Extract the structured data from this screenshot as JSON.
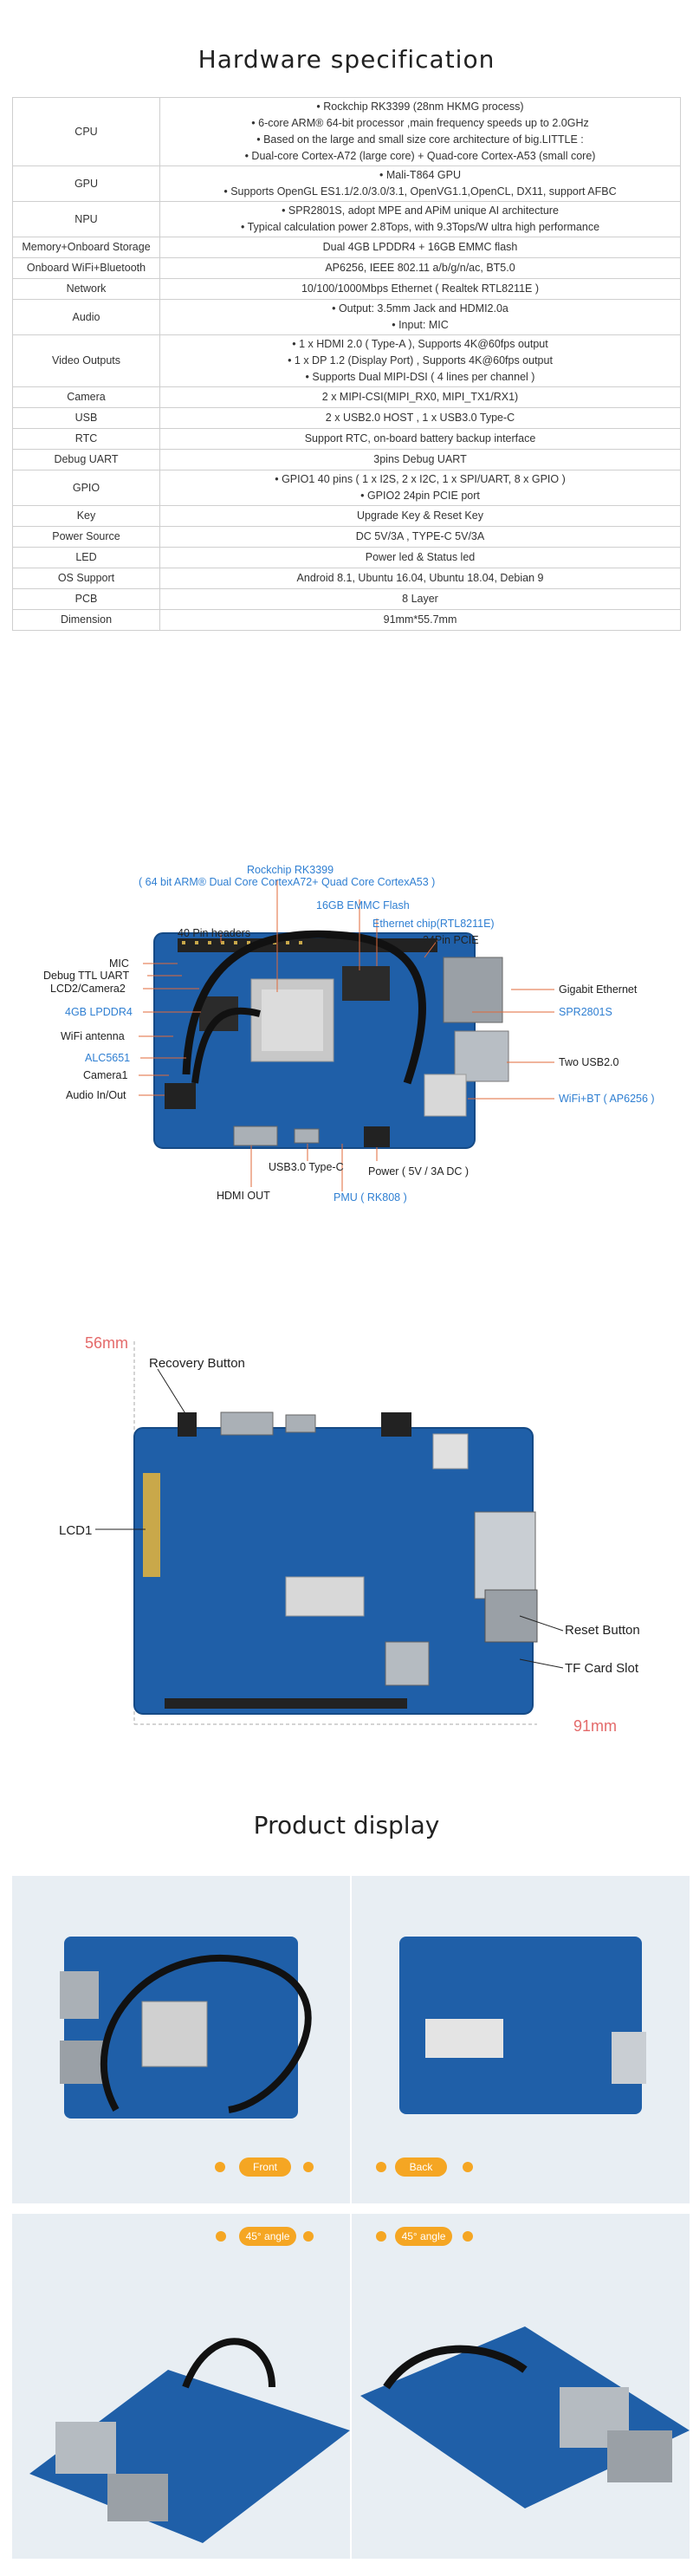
{
  "spec": {
    "title": "Hardware specification",
    "rows": [
      {
        "key": "CPU",
        "values": [
          "• Rockchip RK3399 (28nm HKMG process)",
          "• 6-core ARM® 64-bit processor ,main frequency speeds up to 2.0GHz",
          "• Based on the large and small size core architecture of big.LITTLE :",
          "• Dual-core Cortex-A72 (large core) + Quad-core Cortex-A53 (small core)"
        ]
      },
      {
        "key": "GPU",
        "values": [
          "• Mali-T864 GPU",
          "• Supports OpenGL ES1.1/2.0/3.0/3.1, OpenVG1.1,OpenCL, DX11, support AFBC"
        ]
      },
      {
        "key": "NPU",
        "values": [
          "• SPR2801S, adopt MPE and APiM unique AI architecture",
          "• Typical calculation power 2.8Tops, with 9.3Tops/W ultra high performance"
        ]
      },
      {
        "key": "Memory+Onboard Storage",
        "values": [
          "Dual 4GB LPDDR4 + 16GB EMMC flash"
        ]
      },
      {
        "key": "Onboard WiFi+Bluetooth",
        "values": [
          "AP6256, IEEE 802.11 a/b/g/n/ac, BT5.0"
        ]
      },
      {
        "key": "Network",
        "values": [
          "10/100/1000Mbps Ethernet ( Realtek RTL8211E )"
        ]
      },
      {
        "key": "Audio",
        "values": [
          "• Output: 3.5mm Jack and HDMI2.0a",
          "• Input: MIC"
        ]
      },
      {
        "key": "Video Outputs",
        "values": [
          "• 1 x HDMI 2.0 ( Type-A ), Supports 4K@60fps output",
          "• 1 x DP 1.2 (Display Port) , Supports 4K@60fps output",
          "• Supports Dual MIPI-DSI ( 4 lines per channel )"
        ]
      },
      {
        "key": "Camera",
        "values": [
          "2 x MIPI-CSI(MIPI_RX0, MIPI_TX1/RX1)"
        ]
      },
      {
        "key": "USB",
        "values": [
          "2 x USB2.0 HOST , 1 x USB3.0 Type-C"
        ]
      },
      {
        "key": "RTC",
        "values": [
          "Support RTC, on-board battery backup interface"
        ]
      },
      {
        "key": "Debug UART",
        "values": [
          "3pins Debug UART"
        ]
      },
      {
        "key": "GPIO",
        "values": [
          "• GPIO1 40 pins ( 1 x I2S, 2 x I2C, 1 x SPI/UART, 8 x GPIO )",
          "• GPIO2 24pin PCIE port"
        ]
      },
      {
        "key": "Key",
        "values": [
          "Upgrade Key & Reset Key"
        ]
      },
      {
        "key": "Power Source",
        "values": [
          "DC 5V/3A , TYPE-C 5V/3A"
        ]
      },
      {
        "key": "LED",
        "values": [
          "Power led & Status led"
        ]
      },
      {
        "key": "OS Support",
        "values": [
          "Android 8.1, Ubuntu 16.04, Ubuntu 18.04, Debian 9"
        ]
      },
      {
        "key": "PCB",
        "values": [
          "8 Layer"
        ]
      },
      {
        "key": "Dimension",
        "values": [
          "91mm*55.7mm"
        ]
      }
    ]
  },
  "board": {
    "labels": {
      "rockchip": "Rockchip RK3399",
      "arm": "( 64 bit ARM® Dual Core CortexA72+ Quad Core CortexA53 )",
      "emmc": "16GB EMMC Flash",
      "ethchip": "Ethernet chip(RTL8211E)",
      "pins40": "40 Pin headers",
      "pcie": "24Pin PCIE",
      "mic": "MIC",
      "uart": "Debug TTL UART",
      "lcd2": "LCD2/Camera2",
      "gige": "Gigabit Ethernet",
      "lpddr": "4GB LPDDR4",
      "spr": "SPR2801S",
      "wifiant": "WiFi antenna",
      "usb2": "Two USB2.0",
      "alc": "ALC5651",
      "cam1": "Camera1",
      "wifibt": "WiFi+BT ( AP6256 )",
      "audio": "Audio In/Out",
      "usb3": "USB3.0 Type-C",
      "power": "Power ( 5V / 3A DC )",
      "hdmi": "HDMI OUT",
      "pmu": "PMU ( RK808 )"
    }
  },
  "dims": {
    "height": "56mm",
    "width": "91mm",
    "recovery": "Recovery Button",
    "lcd1": "LCD1",
    "reset": "Reset Button",
    "tf": "TF Card Slot"
  },
  "product": {
    "title": "Product display",
    "front": "Front",
    "back": "Back",
    "angle1": "45° angle",
    "angle2": "45° angle"
  },
  "colors": {
    "board_blue": "#1f5fa8",
    "accent_orange": "#f5a623",
    "label_blue": "#2f7fd2",
    "dim_red": "#e46a6a"
  }
}
